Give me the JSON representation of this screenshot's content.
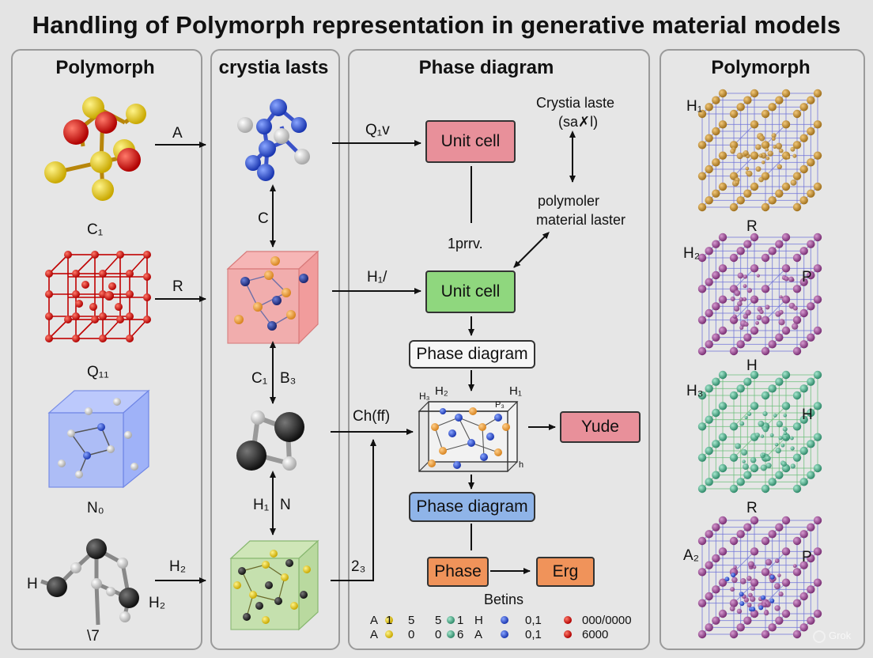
{
  "title": "Handling of Polymorph representation in generative material models",
  "panels": {
    "p1": "Polymorph",
    "p2": "crystia lasts",
    "p3": "Phase diagram",
    "p4": "Polymorph"
  },
  "col1": {
    "arrow_a": "A",
    "arrow_r": "R",
    "arrow_h2": "H₂",
    "c1": "C₁",
    "q11": "Q₁₁",
    "n0": "N₀",
    "h": "H",
    "h2b": "H₂",
    "bottom": "\\7"
  },
  "col2": {
    "c": "C",
    "c1": "C₁",
    "b3": "B₃",
    "h1": "H₁",
    "n": "N",
    "q1v": "Q₁v",
    "h1r": "H₁/",
    "chff": "Ch(ff)",
    "n23": "2₃"
  },
  "col3": {
    "unit_cell_1": "Unit cell",
    "unit_cell_2": "Unit cell",
    "phase_diagram_1": "Phase diagram",
    "phase_diagram_2": "Phase diagram",
    "yude": "Yude",
    "phase": "Phase",
    "erg": "Erg",
    "betins": "Betins",
    "iprrv": "1prrv.",
    "crystia_laste": "Crystia laste",
    "saxl": "(sa✗l)",
    "polymoler": "polymoler",
    "material_laster": "material laster",
    "cell_h3": "H₃",
    "cell_h2": "H₂",
    "cell_h1": "H₁",
    "cell_p3": "P₃",
    "cell_h": "h"
  },
  "legend": {
    "row1": [
      "A",
      "1",
      "5",
      "5",
      "1",
      "H",
      "0,1",
      "000/0000"
    ],
    "row2": [
      "A",
      "0",
      "0",
      "6",
      "A",
      "0,1",
      "6000"
    ]
  },
  "col4": {
    "h1": "H₁",
    "r1": "R",
    "h2": "H₂",
    "p1": "P",
    "h": "H",
    "h3": "H₃",
    "h_right": "H",
    "r2": "R",
    "a2": "A₂",
    "p2": "P"
  },
  "watermark": "Grok",
  "colors": {
    "unit_cell_1": "#e8909a",
    "unit_cell_2": "#8fd77e",
    "phase_diagram_2": "#8fb4e8",
    "yude": "#e8909a",
    "phase": "#f0935a",
    "erg": "#f0935a"
  }
}
